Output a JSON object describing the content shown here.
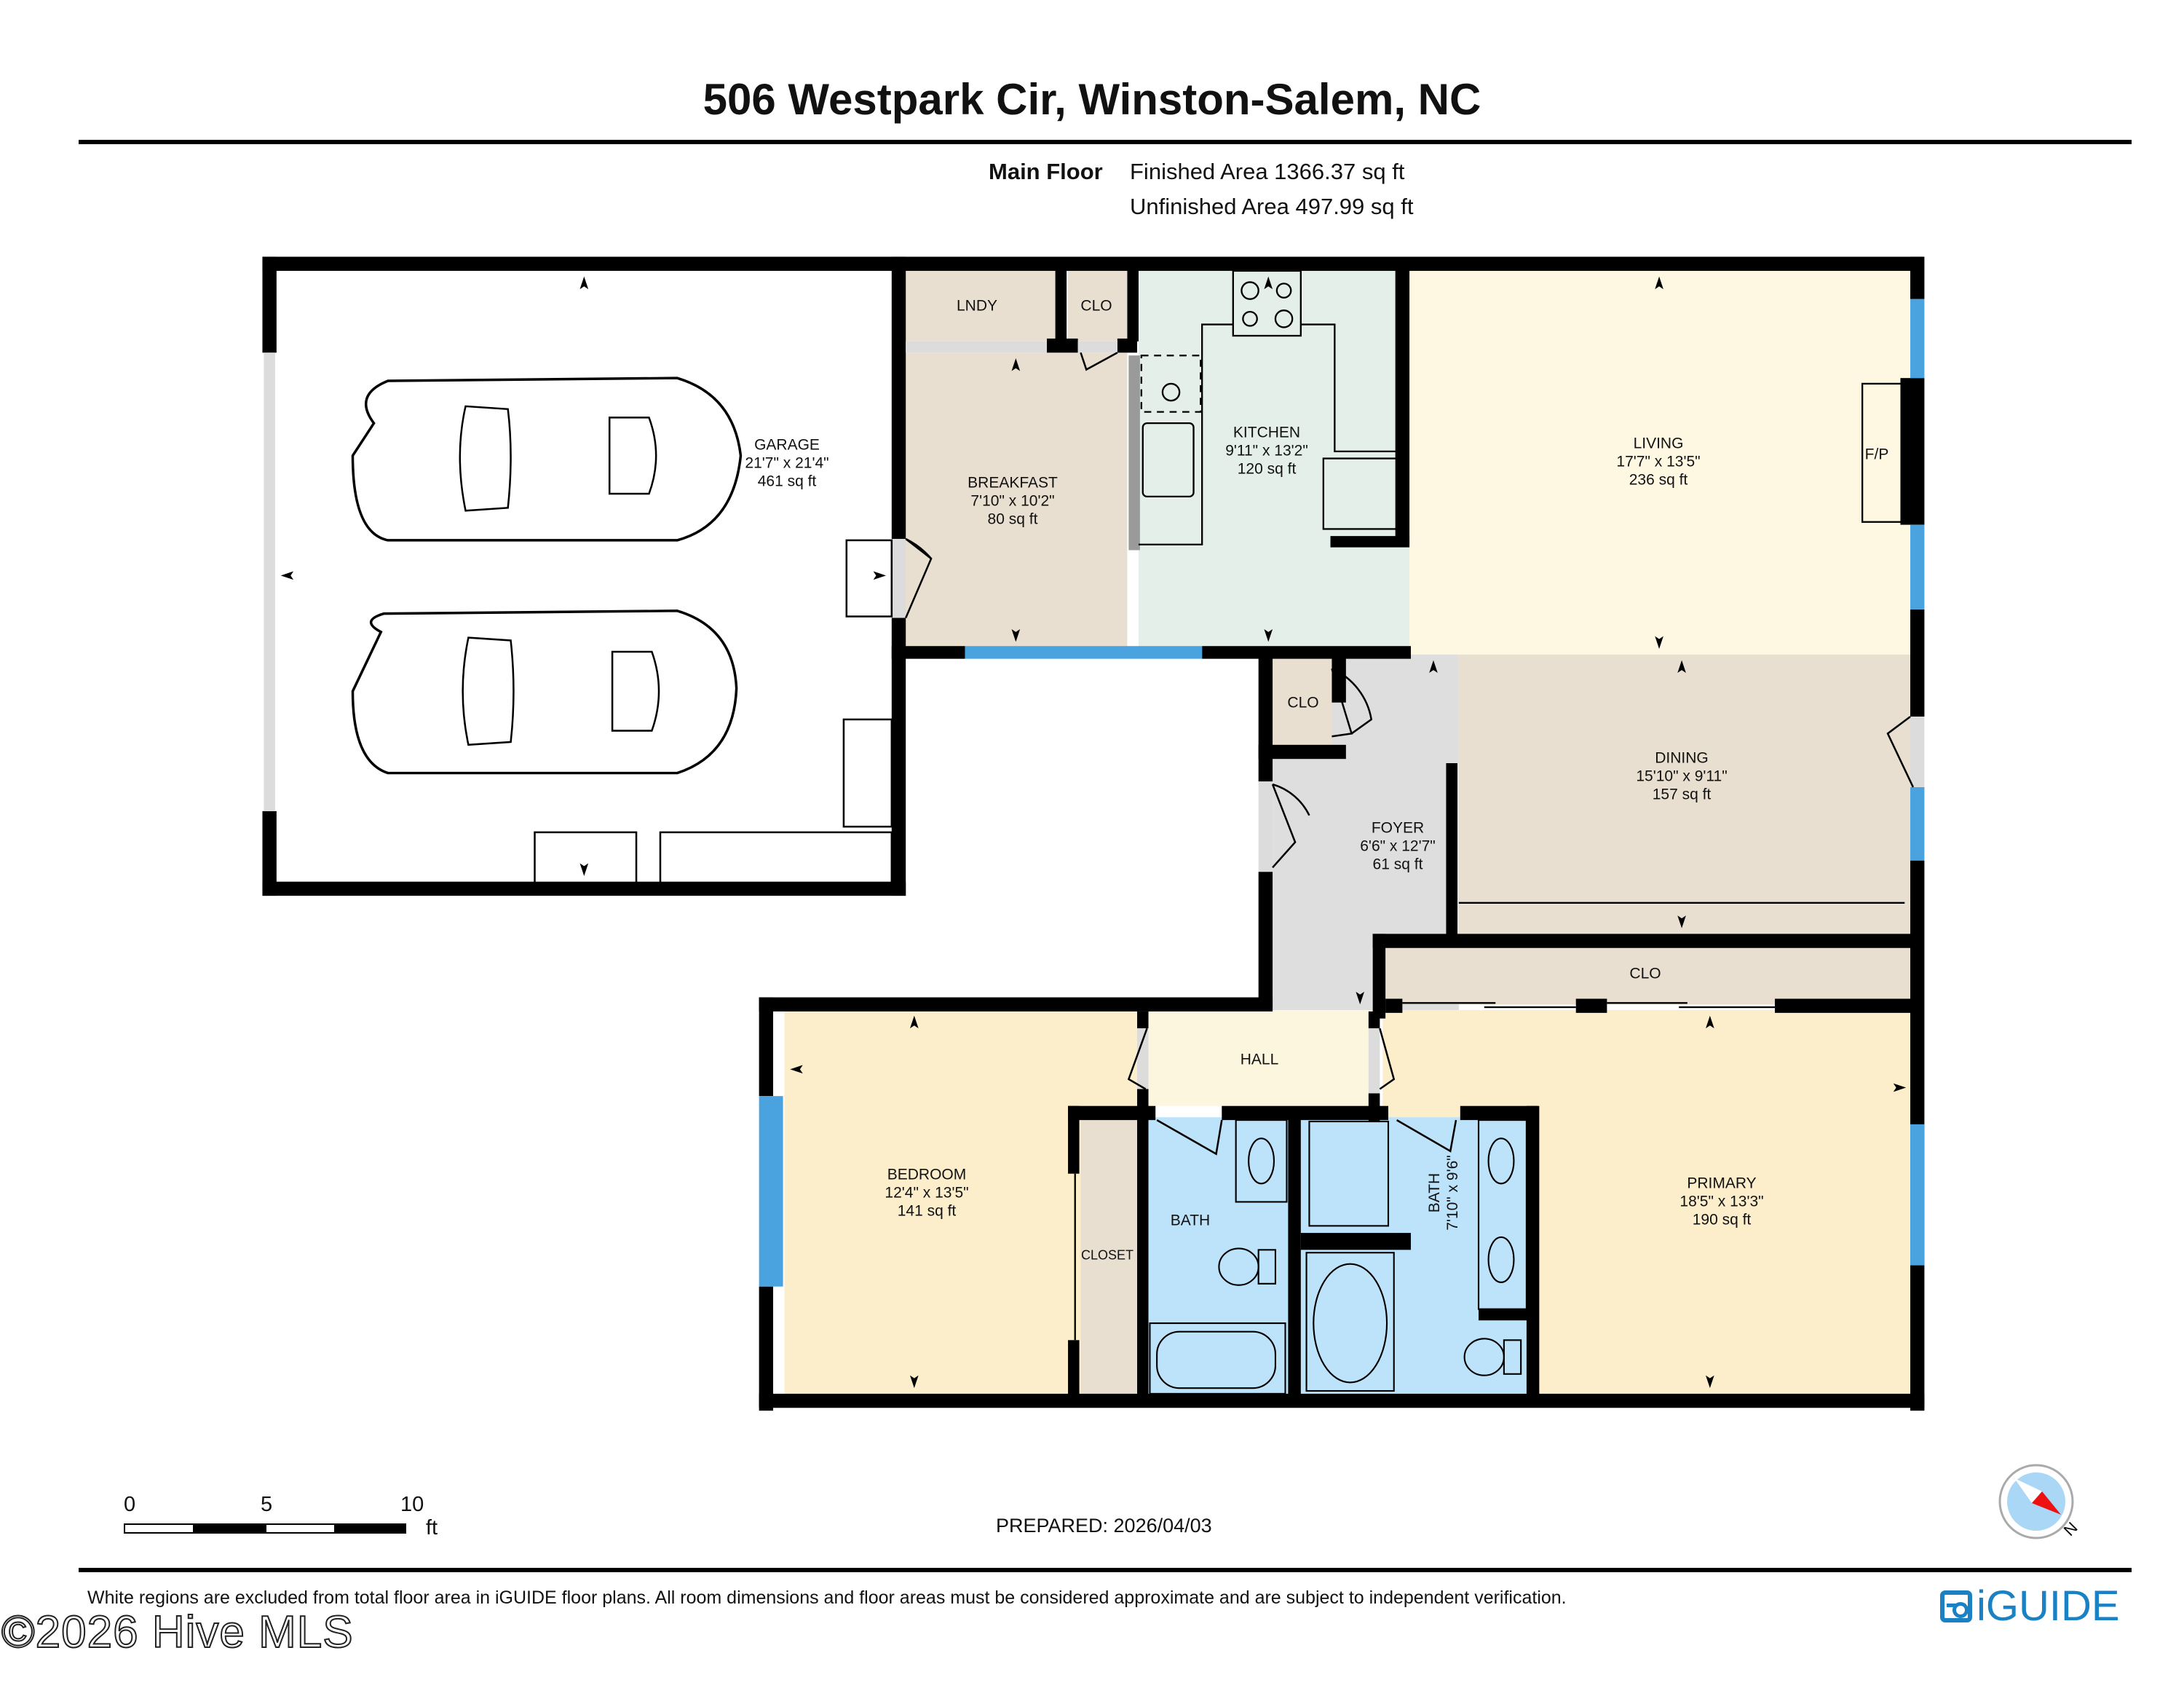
{
  "header": {
    "title": "506 Westpark Cir, Winston-Salem, NC",
    "floor_label": "Main Floor",
    "finished_area": "Finished Area 1366.37 sq ft",
    "unfinished_area": "Unfinished Area 497.99 sq ft"
  },
  "rooms": {
    "garage": {
      "name": "GARAGE",
      "dims": "21'7\" x 21'4\"",
      "area": "461 sq ft",
      "color": "#ffffff"
    },
    "laundry": {
      "name": "LNDY",
      "color": "#e8dfd0"
    },
    "closet_laundry": {
      "name": "CLO",
      "color": "#e8dfd0"
    },
    "breakfast": {
      "name": "BREAKFAST",
      "dims": "7'10\" x 10'2\"",
      "area": "80 sq ft",
      "color": "#e8dfd0"
    },
    "kitchen": {
      "name": "KITCHEN",
      "dims": "9'11\" x 13'2\"",
      "area": "120 sq ft",
      "color": "#e4efea"
    },
    "living": {
      "name": "LIVING",
      "dims": "17'7\" x 13'5\"",
      "area": "236 sq ft",
      "color": "#fef8e3"
    },
    "fireplace": {
      "name": "F/P"
    },
    "closet_foyer": {
      "name": "CLO",
      "color": "#e8dfd0"
    },
    "foyer": {
      "name": "FOYER",
      "dims": "6'6\" x 12'7\"",
      "area": "61 sq ft",
      "color": "#dedede"
    },
    "dining": {
      "name": "DINING",
      "dims": "15'10\" x 9'11\"",
      "area": "157 sq ft",
      "color": "#e8dfd0"
    },
    "closet_primary": {
      "name": "CLO",
      "color": "#e8dfd0"
    },
    "hall": {
      "name": "HALL",
      "color": "#fdf6df"
    },
    "bedroom": {
      "name": "BEDROOM",
      "dims": "12'4\" x 13'5\"",
      "area": "141 sq ft",
      "color": "#fdeecb"
    },
    "closet_bedroom": {
      "name": "CLOSET",
      "color": "#e8dfd0"
    },
    "bath": {
      "name": "BATH",
      "color": "#bde3fb"
    },
    "bath_primary": {
      "name": "BATH",
      "dims": "7'10\" x 9'6\"",
      "color": "#bde3fb"
    },
    "primary": {
      "name": "PRIMARY",
      "dims": "18'5\" x 13'3\"",
      "area": "190 sq ft",
      "color": "#fdeecb"
    }
  },
  "colors": {
    "wall": "#000000",
    "window": "#4aa3df",
    "door_opening": "#dcdcdc",
    "counter_gray": "#9a9a9a",
    "brand": "#1a82c4",
    "compass_face": "#a9d7f5",
    "compass_needle": "#ee1111"
  },
  "scale_bar": {
    "ticks": [
      "0",
      "5",
      "10"
    ],
    "unit": "ft"
  },
  "footer": {
    "prepared": "PREPARED: 2026/04/03",
    "disclaimer": "White regions are excluded from total floor area in iGUIDE floor plans. All room dimensions and floor areas must be considered approximate and are subject to independent verification.",
    "brand": "iGUIDE",
    "watermark": "©2026 Hive MLS",
    "compass_label": "N"
  }
}
